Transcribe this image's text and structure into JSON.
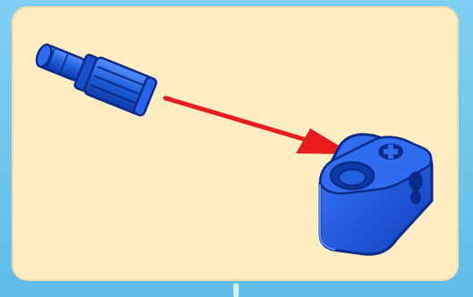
{
  "instruction_step": {
    "parts": [
      "pin-with-axle-part",
      "axle-connector-part"
    ],
    "action": "insert",
    "colors": {
      "background": "#fdecc1",
      "border": "#6cc4ee",
      "part_blue": "#1f5fe0",
      "part_dark": "#0a2a8c",
      "arrow": "#e81c1c"
    }
  }
}
